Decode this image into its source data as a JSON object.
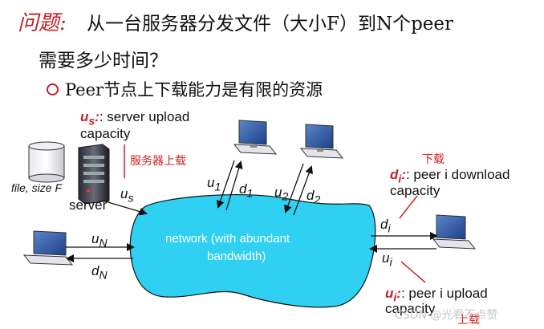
{
  "title": {
    "question": "问题:",
    "text": "从一台服务器分发文件（大小F）到N个peer",
    "line2": "需要多少时间？"
  },
  "bullet": "Peer节点上下载能力是有限的资源",
  "labels": {
    "us_desc_var": "u",
    "us_desc_sub": "s",
    "us_desc_text": ": server upload",
    "us_desc_line2": "capacity",
    "server_upload_cn": "服务器上载",
    "file_size": "file, size F",
    "server": "server",
    "us": "u",
    "us_sub": "s",
    "u1": "u",
    "u1_sub": "1",
    "d1": "d",
    "d1_sub": "1",
    "u2": "u",
    "u2_sub": "2",
    "d2": "d",
    "d2_sub": "2",
    "download_cn": "下载",
    "di_desc_var": "d",
    "di_desc_sub": "i",
    "di_desc_text": ": peer i download",
    "di_desc_line2": "capacity",
    "di": "d",
    "di_sub": "i",
    "ui": "u",
    "ui_sub": "i",
    "uN": "u",
    "uN_sub": "N",
    "dN": "d",
    "dN_sub": "N",
    "network_line1": "network (with abundant",
    "network_line2": "bandwidth)",
    "ui_desc_var": "u",
    "ui_desc_sub": "i",
    "ui_desc_text": ": peer i upload",
    "ui_desc_line2": "capacity",
    "upload_cn": "上载",
    "watermark": "CSDN @光看不点赞"
  },
  "colors": {
    "accent_red": "#c0222a",
    "network_fill": "#2fd0f2",
    "text": "#111111"
  }
}
